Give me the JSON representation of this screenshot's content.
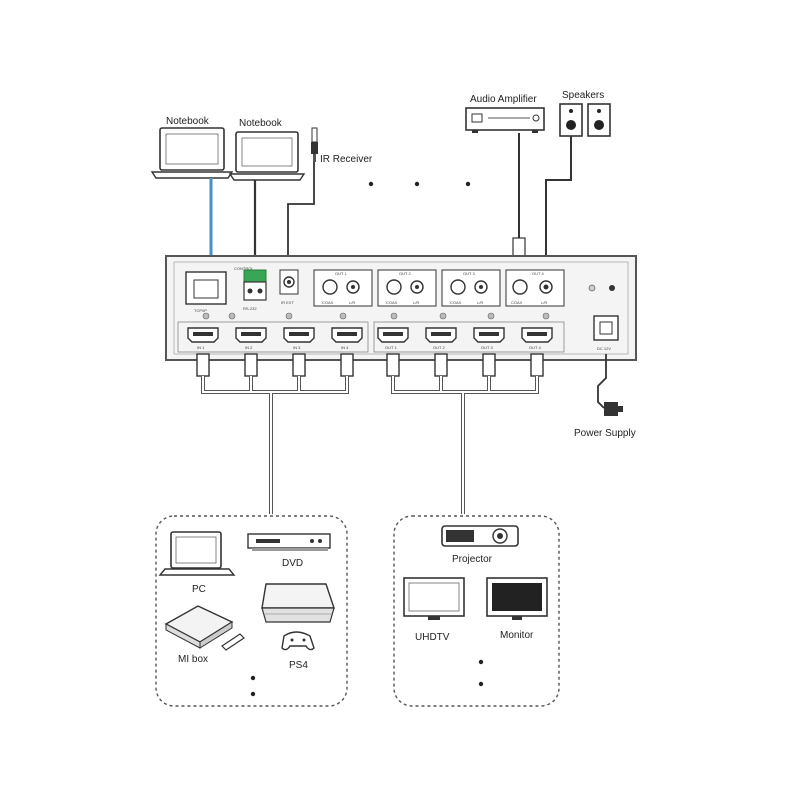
{
  "labels": {
    "notebook_1": "Notebook",
    "notebook_2": "Notebook",
    "ir_receiver": "IR Receiver",
    "audio_amplifier": "Audio Amplifier",
    "speakers": "Speakers",
    "power_supply": "Power Supply",
    "pc": "PC",
    "dvd": "DVD",
    "mi_box": "MI box",
    "ps4": "PS4",
    "projector": "Projector",
    "uhdtv": "UHDTV",
    "monitor": "Monitor"
  },
  "panel": {
    "control_label": "CONTROL",
    "tcpip": "TCP/IP",
    "rs232": "RS-232",
    "ir_ext": "IR EXT",
    "dc_12v": "DC 12V",
    "audio_groups": [
      {
        "title": "OUT 1",
        "coax": "COAX",
        "lr": "L/R"
      },
      {
        "title": "OUT 2",
        "coax": "COAX",
        "lr": "L/R"
      },
      {
        "title": "OUT 3",
        "coax": "COAX",
        "lr": "L/R"
      },
      {
        "title": "OUT 4",
        "coax": "COAX",
        "lr": "L/R"
      }
    ],
    "hdmi_inputs": [
      "IN 1",
      "IN 2",
      "IN 3",
      "IN 4"
    ],
    "hdmi_outputs": [
      "OUT 1",
      "OUT 2",
      "OUT 3",
      "OUT 4"
    ]
  },
  "colors": {
    "ethernet_cable": "#4a90c8",
    "rs232_connector": "#3aa655",
    "line": "#333333",
    "panel_fill": "#f4f4f4"
  }
}
